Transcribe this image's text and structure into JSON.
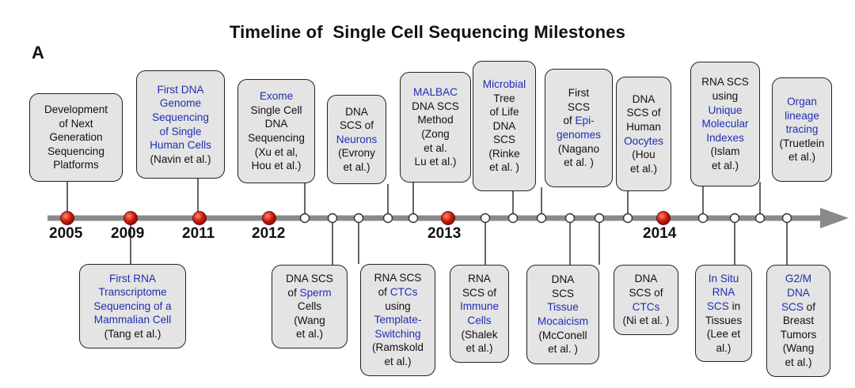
{
  "title": "Timeline of  Single Cell Sequencing Milestones",
  "panel_label": "A",
  "colors": {
    "highlight": "#1f2fb0",
    "box_fill": "#e4e4e4",
    "axis": "#8a8a8a",
    "year_dot": "#cc1a0a"
  },
  "years": [
    "2005",
    "2009",
    "2011",
    "2012",
    "2013",
    "2014"
  ],
  "milestones_above": [
    {
      "lines": [
        [
          {
            "t": "Development"
          }
        ],
        [
          {
            "t": "of Next"
          }
        ],
        [
          {
            "t": "Generation"
          }
        ],
        [
          {
            "t": "Sequencing"
          }
        ],
        [
          {
            "t": "Platforms"
          }
        ]
      ]
    },
    {
      "lines": [
        [
          {
            "t": "First DNA",
            "hl": true
          }
        ],
        [
          {
            "t": "Genome",
            "hl": true
          }
        ],
        [
          {
            "t": "Sequencing",
            "hl": true
          }
        ],
        [
          {
            "t": "of Single",
            "hl": true
          }
        ],
        [
          {
            "t": "Human Cells",
            "hl": true
          }
        ],
        [
          {
            "t": "(Navin et al.)"
          }
        ]
      ]
    },
    {
      "lines": [
        [
          {
            "t": "Exome",
            "hl": true
          }
        ],
        [
          {
            "t": "Single Cell"
          }
        ],
        [
          {
            "t": "DNA"
          }
        ],
        [
          {
            "t": "Sequencing"
          }
        ],
        [
          {
            "t": "(Xu et al,"
          }
        ],
        [
          {
            "t": "Hou et al.)"
          }
        ]
      ]
    },
    {
      "lines": [
        [
          {
            "t": "DNA"
          }
        ],
        [
          {
            "t": "SCS of"
          }
        ],
        [
          {
            "t": "Neurons",
            "hl": true
          }
        ],
        [
          {
            "t": "(Evrony"
          }
        ],
        [
          {
            "t": "et al.)"
          }
        ]
      ]
    },
    {
      "lines": [
        [
          {
            "t": "MALBAC",
            "hl": true
          }
        ],
        [
          {
            "t": "DNA SCS"
          }
        ],
        [
          {
            "t": "Method"
          }
        ],
        [
          {
            "t": "(Zong"
          }
        ],
        [
          {
            "t": "et al."
          }
        ],
        [
          {
            "t": "Lu et al.)"
          }
        ]
      ]
    },
    {
      "lines": [
        [
          {
            "t": "Microbial",
            "hl": true
          }
        ],
        [
          {
            "t": "Tree"
          }
        ],
        [
          {
            "t": "of Life"
          }
        ],
        [
          {
            "t": "DNA"
          }
        ],
        [
          {
            "t": "SCS"
          }
        ],
        [
          {
            "t": "(Rinke"
          }
        ],
        [
          {
            "t": "et al. )"
          }
        ]
      ]
    },
    {
      "lines": [
        [
          {
            "t": "First"
          }
        ],
        [
          {
            "t": "SCS"
          }
        ],
        [
          {
            "t": "of "
          },
          {
            "t": "Epi-",
            "hl": true
          }
        ],
        [
          {
            "t": "genomes",
            "hl": true
          }
        ],
        [
          {
            "t": "(Nagano"
          }
        ],
        [
          {
            "t": "et al. )"
          }
        ]
      ]
    },
    {
      "lines": [
        [
          {
            "t": "DNA"
          }
        ],
        [
          {
            "t": "SCS of"
          }
        ],
        [
          {
            "t": "Human"
          }
        ],
        [
          {
            "t": "Oocytes",
            "hl": true
          }
        ],
        [
          {
            "t": "(Hou"
          }
        ],
        [
          {
            "t": "et al.)"
          }
        ]
      ]
    },
    {
      "lines": [
        [
          {
            "t": "RNA SCS"
          }
        ],
        [
          {
            "t": "using"
          }
        ],
        [
          {
            "t": "Unique",
            "hl": true
          }
        ],
        [
          {
            "t": "Molecular",
            "hl": true
          }
        ],
        [
          {
            "t": "Indexes",
            "hl": true
          }
        ],
        [
          {
            "t": "(Islam"
          }
        ],
        [
          {
            "t": "et al.)"
          }
        ]
      ]
    },
    {
      "lines": [
        [
          {
            "t": "Organ",
            "hl": true
          }
        ],
        [
          {
            "t": "lineage",
            "hl": true
          }
        ],
        [
          {
            "t": "tracing",
            "hl": true
          }
        ],
        [
          {
            "t": "(Truetlein"
          }
        ],
        [
          {
            "t": "et al.)"
          }
        ]
      ]
    }
  ],
  "milestones_below": [
    {
      "lines": [
        [
          {
            "t": "First RNA",
            "hl": true
          }
        ],
        [
          {
            "t": "Transcriptome",
            "hl": true
          }
        ],
        [
          {
            "t": "Sequencing of a",
            "hl": true
          }
        ],
        [
          {
            "t": "Mammalian Cell",
            "hl": true
          }
        ],
        [
          {
            "t": "(Tang et al.)"
          }
        ]
      ]
    },
    {
      "lines": [
        [
          {
            "t": "DNA SCS"
          }
        ],
        [
          {
            "t": "of "
          },
          {
            "t": "Sperm",
            "hl": true
          }
        ],
        [
          {
            "t": "Cells"
          }
        ],
        [
          {
            "t": "(Wang"
          }
        ],
        [
          {
            "t": "et al.)"
          }
        ]
      ]
    },
    {
      "lines": [
        [
          {
            "t": "RNA SCS"
          }
        ],
        [
          {
            "t": "of "
          },
          {
            "t": "CTCs",
            "hl": true
          }
        ],
        [
          {
            "t": "using"
          }
        ],
        [
          {
            "t": "Template-",
            "hl": true
          }
        ],
        [
          {
            "t": "Switching",
            "hl": true
          }
        ],
        [
          {
            "t": "(Ramskold"
          }
        ],
        [
          {
            "t": "et al.)"
          }
        ]
      ]
    },
    {
      "lines": [
        [
          {
            "t": "RNA"
          }
        ],
        [
          {
            "t": "SCS of"
          }
        ],
        [
          {
            "t": "Immune",
            "hl": true
          }
        ],
        [
          {
            "t": "Cells",
            "hl": true
          }
        ],
        [
          {
            "t": "(Shalek"
          }
        ],
        [
          {
            "t": "et al.)"
          }
        ]
      ]
    },
    {
      "lines": [
        [
          {
            "t": "DNA"
          }
        ],
        [
          {
            "t": "SCS"
          }
        ],
        [
          {
            "t": "Tissue",
            "hl": true
          }
        ],
        [
          {
            "t": "Mocaicism",
            "hl": true
          }
        ],
        [
          {
            "t": "(McConell"
          }
        ],
        [
          {
            "t": "et al. )"
          }
        ]
      ]
    },
    {
      "lines": [
        [
          {
            "t": "DNA"
          }
        ],
        [
          {
            "t": "SCS of"
          }
        ],
        [
          {
            "t": "CTCs",
            "hl": true
          }
        ],
        [
          {
            "t": "(Ni et al. )"
          }
        ]
      ]
    },
    {
      "lines": [
        [
          {
            "t": "In Situ",
            "hl": true
          }
        ],
        [
          {
            "t": "RNA",
            "hl": true
          }
        ],
        [
          {
            "t": "SCS",
            "hl": true
          },
          {
            "t": " in"
          }
        ],
        [
          {
            "t": "Tissues"
          }
        ],
        [
          {
            "t": "(Lee et"
          }
        ],
        [
          {
            "t": "al.)"
          }
        ]
      ]
    },
    {
      "lines": [
        [
          {
            "t": "G2/M",
            "hl": true
          }
        ],
        [
          {
            "t": "DNA",
            "hl": true
          }
        ],
        [
          {
            "t": "SCS",
            "hl": true
          },
          {
            "t": " of"
          }
        ],
        [
          {
            "t": "Breast"
          }
        ],
        [
          {
            "t": "Tumors"
          }
        ],
        [
          {
            "t": "(Wang"
          }
        ],
        [
          {
            "t": "et al.)"
          }
        ]
      ]
    }
  ]
}
